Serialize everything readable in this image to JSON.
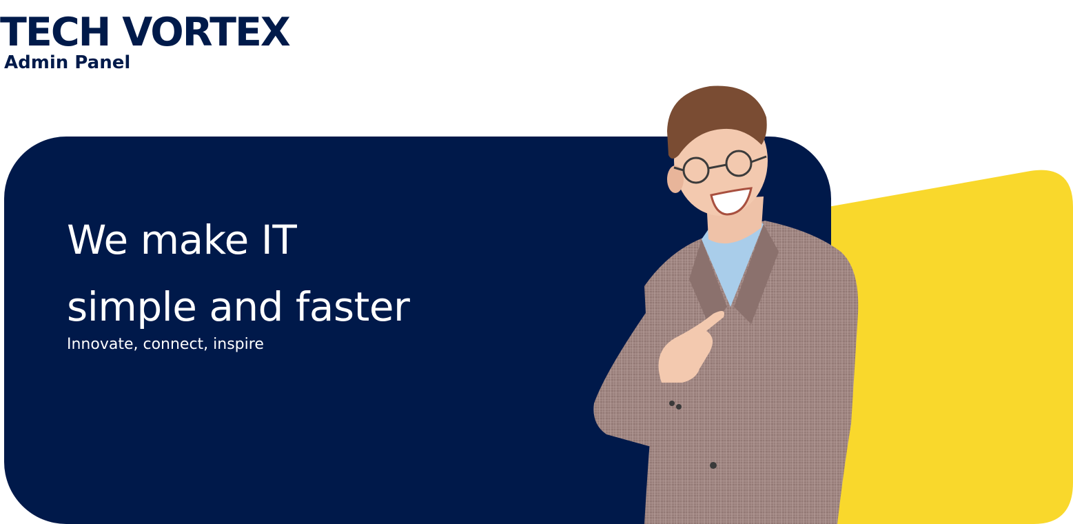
{
  "brand": {
    "title": "TECH VORTEX",
    "subtitle": "Admin Panel"
  },
  "hero": {
    "title_line1": "We make IT",
    "title_line2": "simple and faster",
    "tagline": "Innovate, connect, inspire"
  },
  "colors": {
    "navy": "#00194a",
    "yellow": "#f9d82c",
    "white": "#ffffff"
  },
  "illustration": {
    "subject": "smiling-man-pointing-illustration"
  }
}
